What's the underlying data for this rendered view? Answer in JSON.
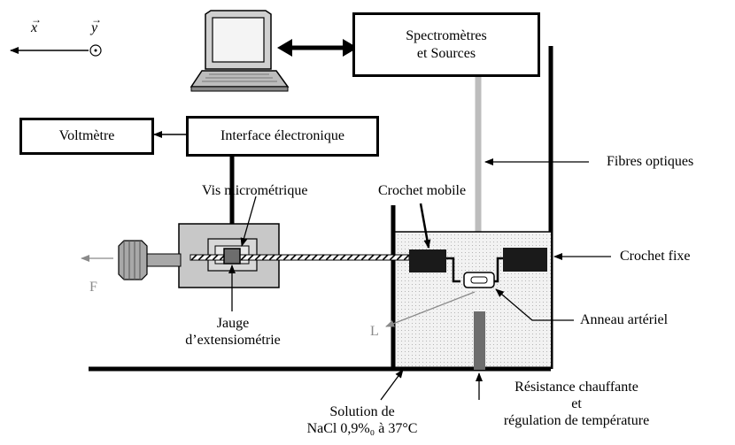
{
  "axes": {
    "x_label": "x",
    "y_label": "y"
  },
  "blocks": {
    "spectro_line1": "Spectromètres",
    "spectro_line2": "et Sources",
    "voltmeter": "Voltmètre",
    "interface": "Interface électronique"
  },
  "labels": {
    "fibres": "Fibres optiques",
    "vis": "Vis micrométrique",
    "crochet_mobile": "Crochet mobile",
    "crochet_fixe": "Crochet fixe",
    "jauge_line1": "Jauge",
    "jauge_line2": "d’extensiométrie",
    "anneau": "Anneau artériel",
    "force": "F",
    "length": "L",
    "solution_line1": "Solution de",
    "solution_line2": "NaCl 0,9%₀ à 37°C",
    "resistance_line1": "Résistance chauffante",
    "resistance_line2": "et",
    "resistance_line3": "régulation de température"
  },
  "colors": {
    "line": "#000000",
    "fiber": "#bdbdbd",
    "gauge_body": "#c8c8c8",
    "bath": "#ececec",
    "label_gray": "#8a8a8a"
  }
}
